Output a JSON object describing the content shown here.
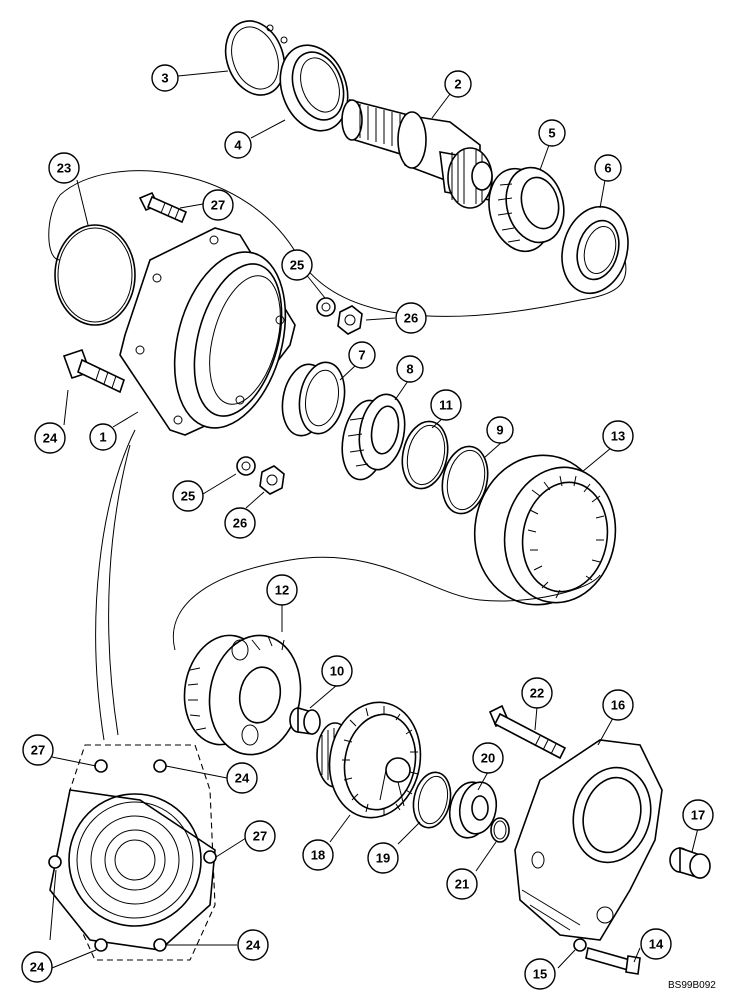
{
  "callouts": [
    {
      "id": "c3",
      "label": "3"
    },
    {
      "id": "c4",
      "label": "4"
    },
    {
      "id": "c2",
      "label": "2"
    },
    {
      "id": "c5",
      "label": "5"
    },
    {
      "id": "c6",
      "label": "6"
    },
    {
      "id": "c23",
      "label": "23"
    },
    {
      "id": "c27a",
      "label": "27"
    },
    {
      "id": "c25a",
      "label": "25"
    },
    {
      "id": "c26a",
      "label": "26"
    },
    {
      "id": "c7",
      "label": "7"
    },
    {
      "id": "c8",
      "label": "8"
    },
    {
      "id": "c11",
      "label": "11"
    },
    {
      "id": "c9",
      "label": "9"
    },
    {
      "id": "c13",
      "label": "13"
    },
    {
      "id": "c24a",
      "label": "24"
    },
    {
      "id": "c1",
      "label": "1"
    },
    {
      "id": "c25b",
      "label": "25"
    },
    {
      "id": "c26b",
      "label": "26"
    },
    {
      "id": "c12",
      "label": "12"
    },
    {
      "id": "c10",
      "label": "10"
    },
    {
      "id": "c22",
      "label": "22"
    },
    {
      "id": "c16",
      "label": "16"
    },
    {
      "id": "c27b",
      "label": "27"
    },
    {
      "id": "c24b",
      "label": "24"
    },
    {
      "id": "c20",
      "label": "20"
    },
    {
      "id": "c17",
      "label": "17"
    },
    {
      "id": "c27c",
      "label": "27"
    },
    {
      "id": "c18",
      "label": "18"
    },
    {
      "id": "c19",
      "label": "19"
    },
    {
      "id": "c21",
      "label": "21"
    },
    {
      "id": "c24c",
      "label": "24"
    },
    {
      "id": "c24d",
      "label": "24"
    },
    {
      "id": "c14",
      "label": "14"
    },
    {
      "id": "c15",
      "label": "15"
    }
  ],
  "drawing_code": "BS99B092"
}
